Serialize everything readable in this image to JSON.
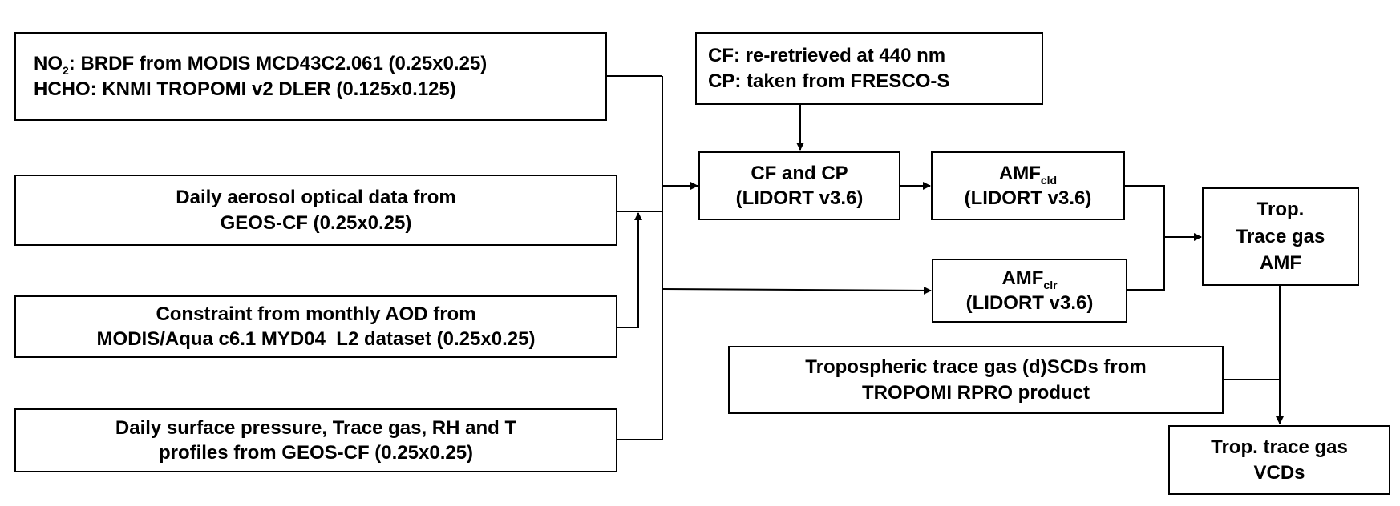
{
  "boxes": {
    "surface_reflectance": {
      "line1_prefix": "NO",
      "line1_sub": "2",
      "line1_rest": ": BRDF from MODIS MCD43C2.061 (0.25x0.25)",
      "line2": "HCHO: KNMI TROPOMI v2 DLER (0.125x0.125)"
    },
    "aerosol": {
      "line1": "Daily aerosol optical data from",
      "line2": "GEOS-CF (0.25x0.25)"
    },
    "aod_constraint": {
      "line1": "Constraint from monthly AOD from",
      "line2": "MODIS/Aqua c6.1 MYD04_L2 dataset (0.25x0.25)"
    },
    "profiles": {
      "line1": "Daily surface pressure, Trace gas, RH and T",
      "line2": "profiles from GEOS-CF (0.25x0.25)"
    },
    "cloud_source": {
      "line1": "CF: re-retrieved at 440 nm",
      "line2": "CP: taken from FRESCO-S"
    },
    "cf_cp": {
      "line1": "CF and CP",
      "line2": "(LIDORT v3.6)"
    },
    "amf_cld": {
      "line1_main": "AMF",
      "line1_sub": "cld",
      "line2": "(LIDORT v3.6)"
    },
    "amf_clr": {
      "line1_main": "AMF",
      "line1_sub": "clr",
      "line2": "(LIDORT v3.6)"
    },
    "trop_amf": {
      "line1": "Trop.",
      "line2": "Trace gas",
      "line3": "AMF"
    },
    "scd": {
      "line1": "Tropospheric trace gas (d)SCDs from",
      "line2": "TROPOMI RPRO product"
    },
    "vcd": {
      "line1": "Trop. trace gas",
      "line2": "VCDs"
    }
  }
}
